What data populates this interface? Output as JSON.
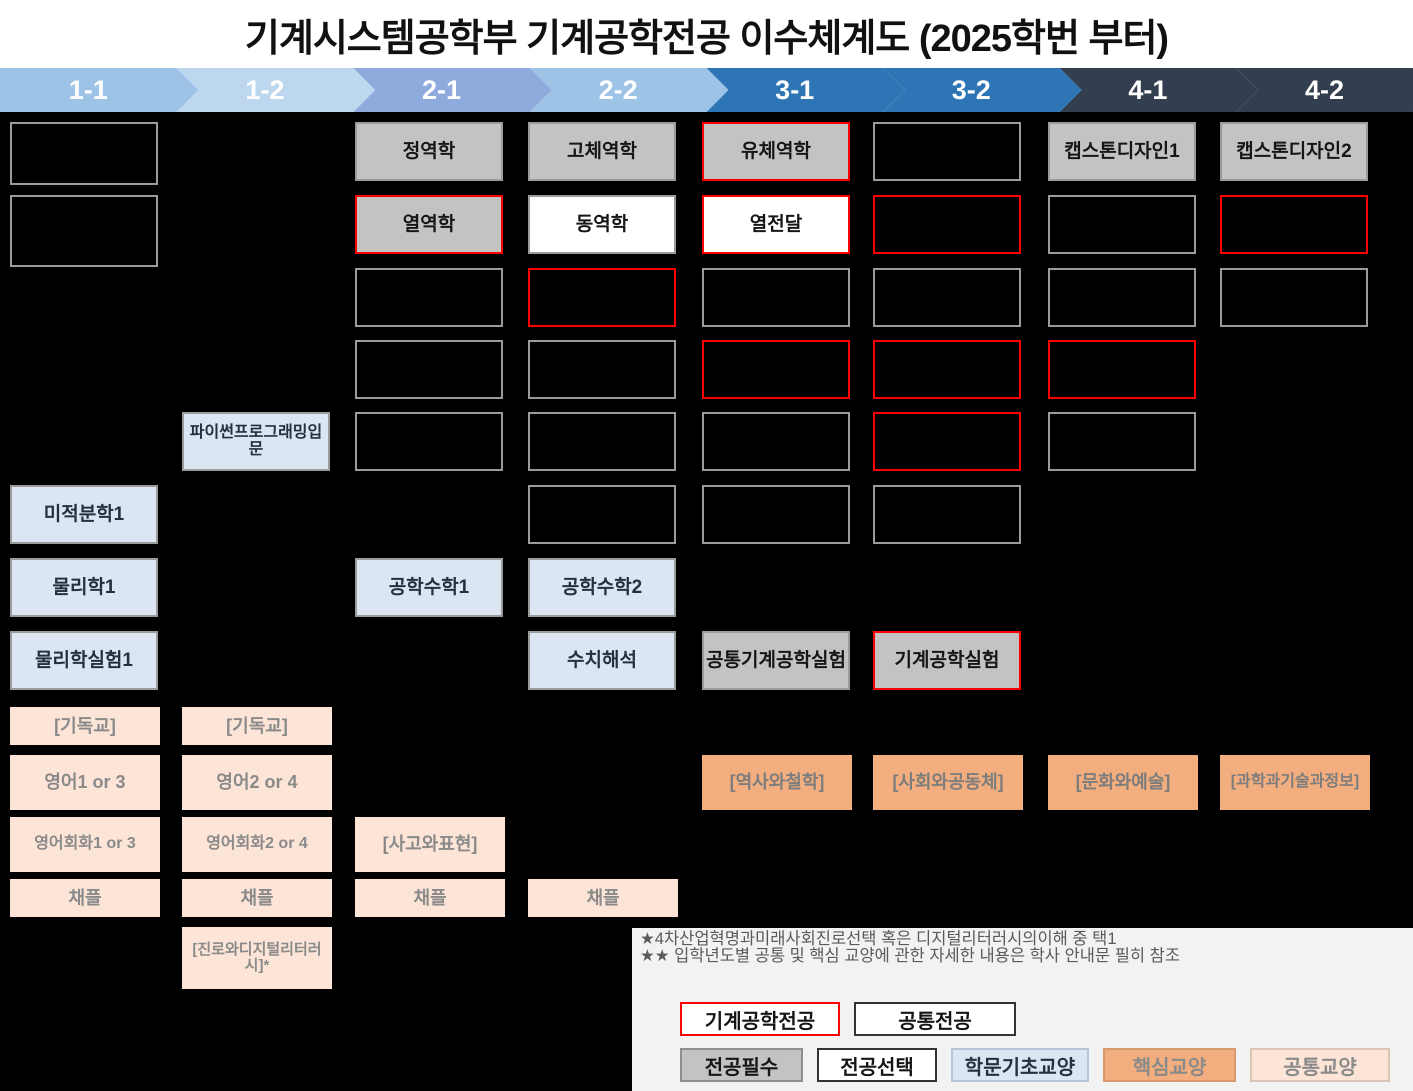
{
  "title": "기계시스템공학부 기계공학전공 이수체계도 (2025학번 부터)",
  "semesters": [
    {
      "label": "1-1",
      "color": "#9dc3e6"
    },
    {
      "label": "1-2",
      "color": "#bdd7ee"
    },
    {
      "label": "2-1",
      "color": "#8faadc"
    },
    {
      "label": "2-2",
      "color": "#9dc3e6"
    },
    {
      "label": "3-1",
      "color": "#2e75b6"
    },
    {
      "label": "3-2",
      "color": "#2e75b6"
    },
    {
      "label": "4-1",
      "color": "#333f50"
    },
    {
      "label": "4-2",
      "color": "#333f50"
    }
  ],
  "courses": [
    {
      "label": "",
      "col": 0,
      "row": 0,
      "kind": "hidden",
      "border": "gray",
      "w": 148,
      "h": 63
    },
    {
      "label": "",
      "col": 0,
      "row": 1,
      "kind": "hidden",
      "border": "gray",
      "w": 148,
      "h": 72
    },
    {
      "label": "정역학",
      "col": 2,
      "row": 0,
      "kind": "major-req",
      "border": "gray"
    },
    {
      "label": "고체역학",
      "col": 3,
      "row": 0,
      "kind": "major-req",
      "border": "gray"
    },
    {
      "label": "유체역학",
      "col": 4,
      "row": 0,
      "kind": "major-req",
      "border": "red"
    },
    {
      "label": "",
      "col": 5,
      "row": 0,
      "kind": "hidden",
      "border": "gray"
    },
    {
      "label": "캡스톤디자인1",
      "col": 6,
      "row": 0,
      "kind": "major-req",
      "border": "gray"
    },
    {
      "label": "캡스톤디자인2",
      "col": 7,
      "row": 0,
      "kind": "major-req",
      "border": "gray"
    },
    {
      "label": "열역학",
      "col": 2,
      "row": 1,
      "kind": "major-req",
      "border": "red"
    },
    {
      "label": "동역학",
      "col": 3,
      "row": 1,
      "kind": "major-sel",
      "border": "gray"
    },
    {
      "label": "열전달",
      "col": 4,
      "row": 1,
      "kind": "major-sel",
      "border": "red"
    },
    {
      "label": "",
      "col": 5,
      "row": 1,
      "kind": "hidden",
      "border": "red"
    },
    {
      "label": "",
      "col": 6,
      "row": 1,
      "kind": "hidden",
      "border": "gray"
    },
    {
      "label": "",
      "col": 7,
      "row": 1,
      "kind": "hidden",
      "border": "red"
    },
    {
      "label": "",
      "col": 2,
      "row": 2,
      "kind": "hidden",
      "border": "gray"
    },
    {
      "label": "",
      "col": 3,
      "row": 2,
      "kind": "hidden",
      "border": "red"
    },
    {
      "label": "",
      "col": 4,
      "row": 2,
      "kind": "hidden",
      "border": "gray"
    },
    {
      "label": "",
      "col": 5,
      "row": 2,
      "kind": "hidden",
      "border": "gray"
    },
    {
      "label": "",
      "col": 6,
      "row": 2,
      "kind": "hidden",
      "border": "gray"
    },
    {
      "label": "",
      "col": 7,
      "row": 2,
      "kind": "hidden",
      "border": "gray"
    },
    {
      "label": "",
      "col": 2,
      "row": 3,
      "kind": "hidden",
      "border": "gray"
    },
    {
      "label": "",
      "col": 3,
      "row": 3,
      "kind": "hidden",
      "border": "gray"
    },
    {
      "label": "",
      "col": 4,
      "row": 3,
      "kind": "hidden",
      "border": "red"
    },
    {
      "label": "",
      "col": 5,
      "row": 3,
      "kind": "hidden",
      "border": "red"
    },
    {
      "label": "",
      "col": 6,
      "row": 3,
      "kind": "hidden",
      "border": "red"
    },
    {
      "label": "파이썬프로그래밍입문",
      "col": 1,
      "row": 4,
      "kind": "basic",
      "border": "gray"
    },
    {
      "label": "",
      "col": 2,
      "row": 4,
      "kind": "hidden",
      "border": "gray"
    },
    {
      "label": "",
      "col": 3,
      "row": 4,
      "kind": "hidden",
      "border": "gray"
    },
    {
      "label": "",
      "col": 4,
      "row": 4,
      "kind": "hidden",
      "border": "gray"
    },
    {
      "label": "",
      "col": 5,
      "row": 4,
      "kind": "hidden",
      "border": "red"
    },
    {
      "label": "",
      "col": 6,
      "row": 4,
      "kind": "hidden",
      "border": "gray"
    },
    {
      "label": "미적분학1",
      "col": 0,
      "row": 5,
      "kind": "basic",
      "border": "gray"
    },
    {
      "label": "",
      "col": 3,
      "row": 5,
      "kind": "hidden",
      "border": "gray"
    },
    {
      "label": "",
      "col": 4,
      "row": 5,
      "kind": "hidden",
      "border": "gray"
    },
    {
      "label": "",
      "col": 5,
      "row": 5,
      "kind": "hidden",
      "border": "gray"
    },
    {
      "label": "물리학1",
      "col": 0,
      "row": 6,
      "kind": "basic",
      "border": "gray"
    },
    {
      "label": "공학수학1",
      "col": 2,
      "row": 6,
      "kind": "basic",
      "border": "gray"
    },
    {
      "label": "공학수학2",
      "col": 3,
      "row": 6,
      "kind": "basic",
      "border": "gray"
    },
    {
      "label": "물리학실험1",
      "col": 0,
      "row": 7,
      "kind": "basic",
      "border": "gray"
    },
    {
      "label": "수치해석",
      "col": 3,
      "row": 7,
      "kind": "basic",
      "border": "gray"
    },
    {
      "label": "공통기계공학실험",
      "col": 4,
      "row": 7,
      "kind": "major-req",
      "border": "gray"
    },
    {
      "label": "기계공학실험",
      "col": 5,
      "row": 7,
      "kind": "major-req",
      "border": "red"
    }
  ],
  "ge_courses": [
    {
      "label": "[기독교]",
      "col": 0,
      "row": 0,
      "kind": "common"
    },
    {
      "label": "[기독교]",
      "col": 1,
      "row": 0,
      "kind": "common"
    },
    {
      "label": "영어1 or 3",
      "col": 0,
      "row": 1,
      "kind": "common"
    },
    {
      "label": "영어2 or 4",
      "col": 1,
      "row": 1,
      "kind": "common"
    },
    {
      "label": "[역사와철학]",
      "col": 4,
      "row": 1,
      "kind": "core"
    },
    {
      "label": "[사회와공동체]",
      "col": 5,
      "row": 1,
      "kind": "core"
    },
    {
      "label": "[문화와예술]",
      "col": 6,
      "row": 1,
      "kind": "core"
    },
    {
      "label": "[과학과기술과정보]",
      "col": 7,
      "row": 1,
      "kind": "core"
    },
    {
      "label": "영어회화1 or 3",
      "col": 0,
      "row": 2,
      "kind": "common"
    },
    {
      "label": "영어회화2 or 4",
      "col": 1,
      "row": 2,
      "kind": "common"
    },
    {
      "label": "[사고와표현]",
      "col": 2,
      "row": 2,
      "kind": "common"
    },
    {
      "label": "채플",
      "col": 0,
      "row": 3,
      "kind": "common"
    },
    {
      "label": "채플",
      "col": 1,
      "row": 3,
      "kind": "common"
    },
    {
      "label": "채플",
      "col": 2,
      "row": 3,
      "kind": "common"
    },
    {
      "label": "채플",
      "col": 3,
      "row": 3,
      "kind": "common"
    },
    {
      "label": "[진로와디지털리터러시]*",
      "col": 1,
      "row": 4,
      "kind": "common"
    }
  ],
  "legend": {
    "note1": "★4차산업혁명과미래사회진로선택 혹은 디지털리터러시의이해 중 택1",
    "note2": "★★ 입학년도별 공통 및 핵심 교양에 관한 자세한 내용은 학사 안내문 필히 참조",
    "tag_major": "기계공학전공",
    "tag_common": "공통전공",
    "cat_major_required": "전공필수",
    "cat_major_elective": "전공선택",
    "cat_basic": "학문기초교양",
    "cat_core": "핵심교양",
    "cat_common": "공통교양"
  },
  "colors": {
    "major_required_fill": "#c3c3c3",
    "major_elective_fill": "#ffffff",
    "basic_fill": "#dce6f2",
    "core_fill": "#f2ae7e",
    "common_fill": "#fce5d6",
    "highlight_border": "#ff0000",
    "normal_border": "#9b9b9b",
    "background": "#000000"
  }
}
